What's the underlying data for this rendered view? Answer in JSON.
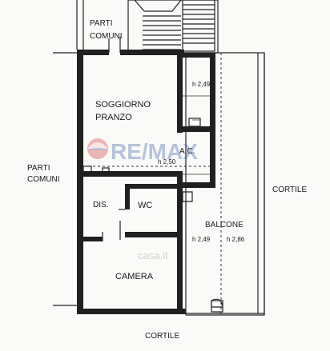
{
  "rooms": {
    "parti_comuni_top": [
      "PARTI",
      "COMUNI"
    ],
    "parti_comuni_left": [
      "PARTI",
      "COMUNI"
    ],
    "soggiorno": [
      "SOGGIORNO",
      "PRANZO"
    ],
    "ac": "A.C.",
    "dis": "DIS.",
    "wc": "WC",
    "balcone": "BALCONE",
    "camera": "CAMERA",
    "cortile_right": "CORTILE",
    "cortile_bottom": "CORTILE"
  },
  "heights": {
    "closet": "h 2,49",
    "ac": "h 2,50",
    "left": "h 2,49",
    "right": "h 2,86"
  },
  "watermark": {
    "brand": "RE/MAX",
    "site": "casa.it"
  },
  "colors": {
    "watermark_red": "#d9363e",
    "watermark_blue": "#1f4aa0",
    "wall": "#202020"
  }
}
